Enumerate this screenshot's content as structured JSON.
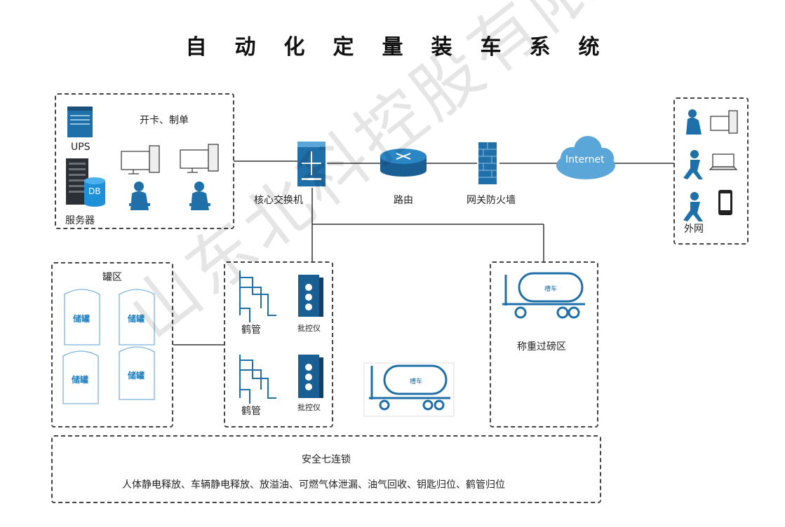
{
  "title": "自动化定量装车系统",
  "office": {
    "ups_label": "UPS",
    "server_label": "服务器",
    "db_label": "DB",
    "card_label": "开卡、制单"
  },
  "network": {
    "switch_label": "核心交换机",
    "router_label": "路由",
    "firewall_label": "网关防火墙",
    "internet_label": "Internet",
    "external_label": "外网"
  },
  "tank_area": {
    "label": "罐区",
    "tanks": [
      "储罐",
      "储罐",
      "储罐",
      "储罐"
    ]
  },
  "loading": {
    "arm_labels": [
      "鹤管",
      "鹤管"
    ],
    "controller_labels": [
      "批控仪",
      "批控仪"
    ]
  },
  "truck_label": "槽车",
  "scale": {
    "label": "称重过磅区",
    "truck_label": "槽车"
  },
  "safety": {
    "title": "安全七连锁",
    "items": "人体静电释放、车辆静电释放、放溢油、可燃气体泄漏、油气回收、钥匙归位、鹤管归位"
  },
  "watermark": "山东北科控股有限公司",
  "colors": {
    "icon_blue": "#1f6fa8",
    "icon_dark": "#1a4f7a",
    "line": "#333333"
  }
}
